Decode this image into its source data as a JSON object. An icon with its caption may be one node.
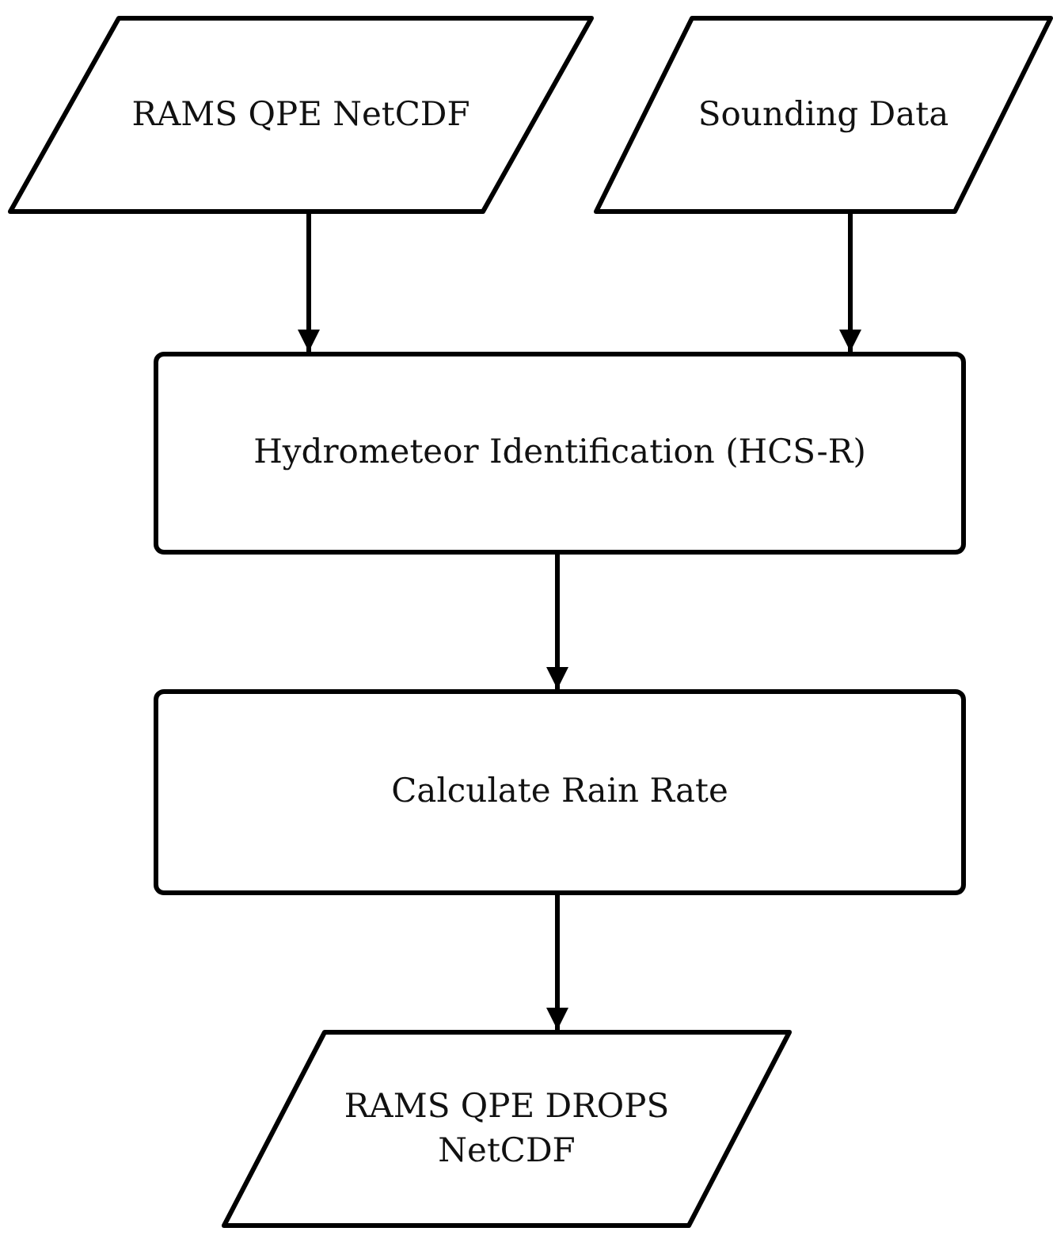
{
  "diagram": {
    "nodes": [
      {
        "text": [
          "RAMS QPE NetCDF"
        ]
      },
      {
        "text": [
          "Sounding Data"
        ]
      },
      {
        "text": [
          "Hydrometeor Identification (HCS-R)"
        ]
      },
      {
        "text": [
          "Calculate Rain Rate"
        ]
      },
      {
        "text": [
          "RAMS QPE DROPS NetCDF"
        ]
      }
    ],
    "edges": [
      {
        "from": 0,
        "to": 2,
        "arrow": "to"
      },
      {
        "from": 1,
        "to": 2,
        "arrow": "to"
      },
      {
        "from": 2,
        "to": 3,
        "arrow": "to"
      },
      {
        "from": 3,
        "to": 4,
        "arrow": "to"
      }
    ]
  }
}
